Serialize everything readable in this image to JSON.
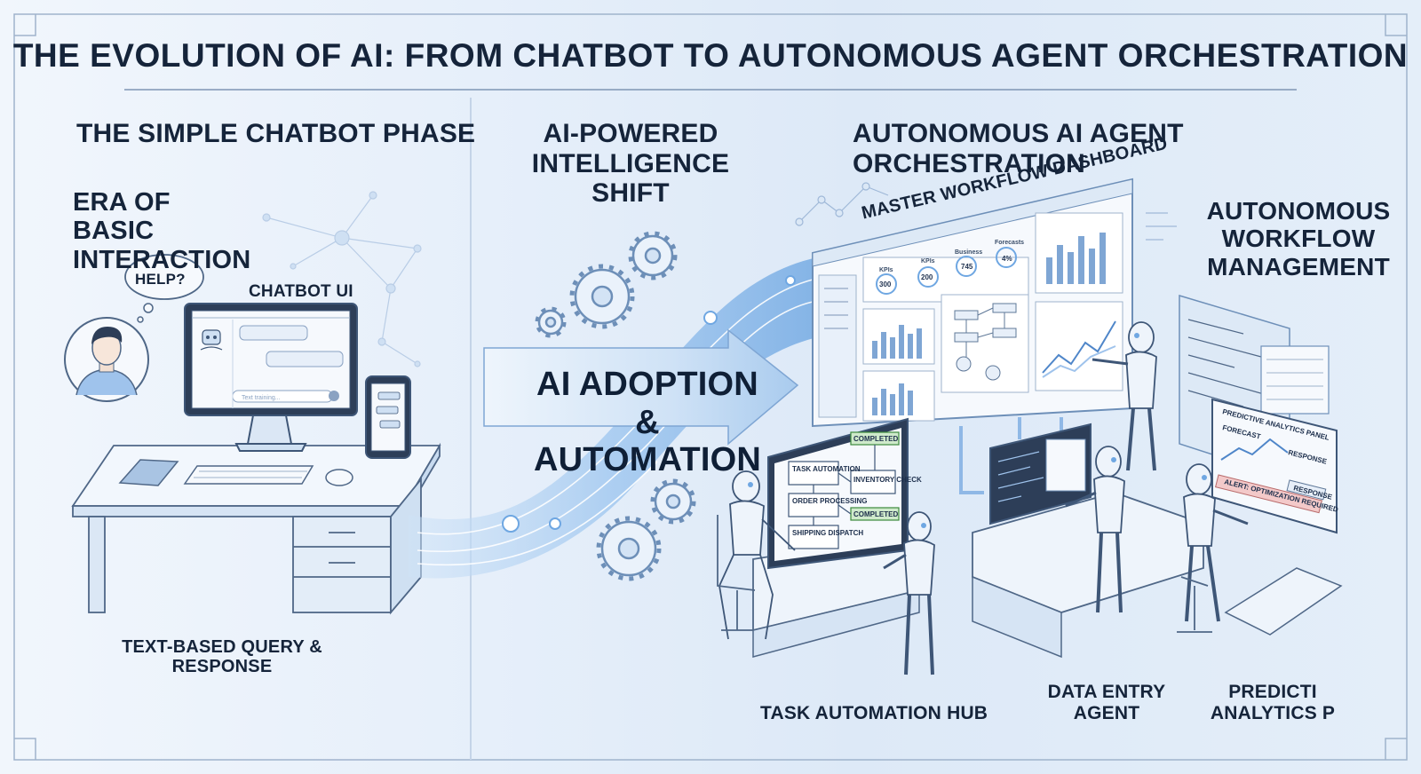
{
  "header": {
    "title": "THE EVOLUTION OF AI: FROM CHATBOT TO AUTONOMOUS AGENT ORCHESTRATION"
  },
  "sections": {
    "chatbot_phase": {
      "heading": "THE SIMPLE CHATBOT PHASE",
      "subheading": "ERA OF BASIC INTERACTION",
      "speech_bubble": "HELP?",
      "screen_label": "CHATBOT UI",
      "input_placeholder": "Text training...",
      "caption": "TEXT-BASED QUERY & RESPONSE"
    },
    "intelligence_shift": {
      "heading": "AI-POWERED INTELLIGENCE SHIFT",
      "arrow_label": "AI ADOPTION & AUTOMATION"
    },
    "orchestration": {
      "heading": "AUTONOMOUS AI AGENT ORCHESTRATION",
      "dashboard_label": "MASTER WORKFLOW DASHBOARD",
      "side_label": "AUTONOMOUS WORKFLOW MANAGEMENT",
      "kpis": [
        {
          "label": "KPIs",
          "value": "300"
        },
        {
          "label": "KPIs",
          "value": "200"
        },
        {
          "label": "Business",
          "value": "745"
        },
        {
          "label": "Forecasts",
          "value": "4%"
        }
      ],
      "task_flow": {
        "steps": [
          "TASK AUTOMATION",
          "ORDER PROCESSING",
          "SHIPPING DISPATCH",
          "INVENTORY CHECK"
        ],
        "status": [
          "COMPLETED",
          "COMPLETED"
        ]
      },
      "predictive_panel": {
        "title": "PREDICTIVE ANALYTICS PANEL",
        "forecast": "FORECAST",
        "response": "RESPONSE",
        "response_button": "RESPONSE",
        "alert": "ALERT: OPTIMIZATION REQUIRED"
      },
      "stations": {
        "hub": "TASK AUTOMATION HUB",
        "data_entry": "DATA ENTRY AGENT",
        "predictive": "PREDICTI ANALYTICS P"
      }
    }
  },
  "colors": {
    "accent": "#2f7fd6",
    "ink": "#15243a",
    "panel": "#f6f9fd",
    "line": "#5f7898",
    "alert": "#f3c9c9"
  }
}
